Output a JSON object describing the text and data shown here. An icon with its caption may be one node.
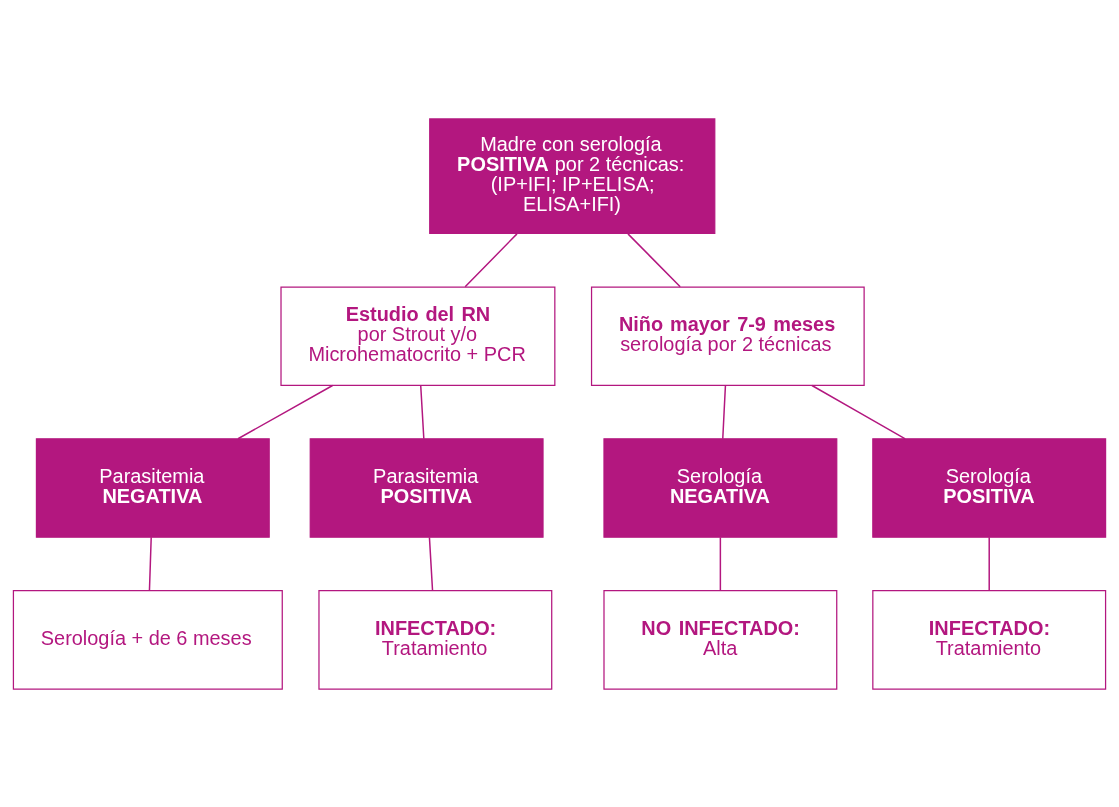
{
  "diagram": {
    "nodes": [
      {
        "text": [
          "Madre con serología **POSITIVA** por 2 técnicas: (IP+IFI; IP+ELISA; ELISA+IFI)"
        ]
      },
      {
        "text": [
          "Estudio del RN",
          "por Strout y/o Microhematocrito + PCR"
        ]
      },
      {
        "text": [
          "Niño mayor 7-9 meses",
          "serología por 2 técnicas"
        ]
      },
      {
        "text": [
          "Parasitemia",
          "NEGATIVA"
        ]
      },
      {
        "text": [
          "Parasitemia",
          "POSITIVA"
        ]
      },
      {
        "text": [
          "Serología",
          "NEGATIVA"
        ]
      },
      {
        "text": [
          "Serología",
          "POSITIVA"
        ]
      },
      {
        "text": [
          "Serología + de 6 meses"
        ]
      },
      {
        "text": [
          "INFECTADO:",
          "Tratamiento"
        ]
      },
      {
        "text": [
          "NO INFECTADO:",
          "Alta"
        ]
      },
      {
        "text": [
          "INFECTADO:",
          "Tratamiento"
        ]
      }
    ],
    "edges": [
      {
        "from": 0,
        "to": 1,
        "arrow": "none"
      },
      {
        "from": 0,
        "to": 2,
        "arrow": "none"
      },
      {
        "from": 1,
        "to": 3,
        "arrow": "none"
      },
      {
        "from": 1,
        "to": 4,
        "arrow": "none"
      },
      {
        "from": 2,
        "to": 5,
        "arrow": "none"
      },
      {
        "from": 2,
        "to": 6,
        "arrow": "none"
      },
      {
        "from": 3,
        "to": 7,
        "arrow": "none"
      },
      {
        "from": 4,
        "to": 8,
        "arrow": "none"
      },
      {
        "from": 5,
        "to": 9,
        "arrow": "none"
      },
      {
        "from": 6,
        "to": 10,
        "arrow": "none"
      }
    ]
  }
}
